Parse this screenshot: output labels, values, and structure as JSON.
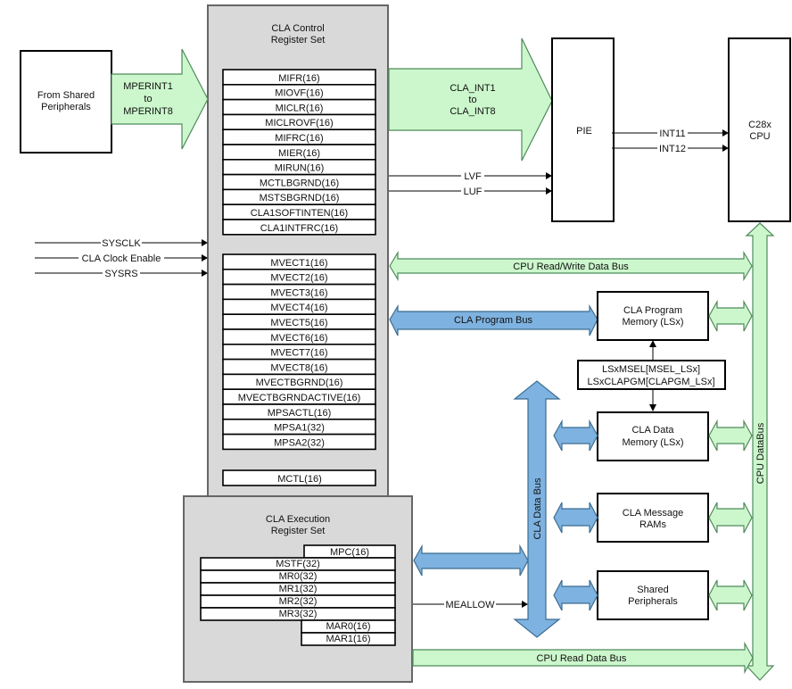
{
  "title": "CLA Block Diagram",
  "blocks": {
    "shared_peripherals_in": "From Shared Peripherals",
    "control_set_title": [
      "CLA Control",
      "Register Set"
    ],
    "execution_set_title": [
      "CLA Execution",
      "Register Set"
    ],
    "pie": "PIE",
    "cpu": [
      "C28x",
      "CPU"
    ],
    "program_memory": [
      "CLA Program",
      "Memory (LSx)"
    ],
    "lsx_select": [
      "LSxMSEL[MSEL_LSx]",
      "LSxCLAPGM[CLAPGM_LSx]"
    ],
    "data_memory": [
      "CLA Data",
      "Memory (LSx)"
    ],
    "message_rams": [
      "CLA Message",
      "RAMs"
    ],
    "shared_peripherals": [
      "Shared",
      "Peripherals"
    ]
  },
  "arrows": {
    "mperint": [
      "MPERINT1",
      "to",
      "MPERINT8"
    ],
    "cla_int": [
      "CLA_INT1",
      "to",
      "CLA_INT8"
    ],
    "cpu_rw_bus": "CPU Read/Write Data Bus",
    "cla_program_bus": "CLA Program Bus",
    "cla_data_bus": "CLA Data Bus",
    "cpu_data_bus": "CPU DataBus",
    "cpu_read_bus": "CPU Read Data Bus"
  },
  "signals": {
    "lvf": "LVF",
    "luf": "LUF",
    "int11": "INT11",
    "int12": "INT12",
    "sysclk": "SYSCLK",
    "cla_clock_enable": "CLA Clock Enable",
    "sysrs": "SYSRS",
    "meallow": "MEALLOW"
  },
  "control_registers": {
    "group1": [
      "MIFR(16)",
      "MIOVF(16)",
      "MICLR(16)",
      "MICLROVF(16)",
      "MIFRC(16)",
      "MIER(16)",
      "MIRUN(16)",
      "MCTLBGRND(16)",
      "MSTSBGRND(16)",
      "CLA1SOFTINTEN(16)",
      "CLA1INTFRC(16)"
    ],
    "group2": [
      "MVECT1(16)",
      "MVECT2(16)",
      "MVECT3(16)",
      "MVECT4(16)",
      "MVECT5(16)",
      "MVECT6(16)",
      "MVECT7(16)",
      "MVECT8(16)",
      "MVECTBGRND(16)",
      "MVECTBGRNDACTIVE(16)",
      "MPSACTL(16)",
      "MPSA1(32)",
      "MPSA2(32)"
    ],
    "mctl": "MCTL(16)"
  },
  "execution_registers": {
    "mpc": "MPC(16)",
    "wide": [
      "MSTF(32)",
      "MR0(32)",
      "MR1(32)",
      "MR2(32)",
      "MR3(32)"
    ],
    "mar": [
      "MAR0(16)",
      "MAR1(16)"
    ]
  }
}
